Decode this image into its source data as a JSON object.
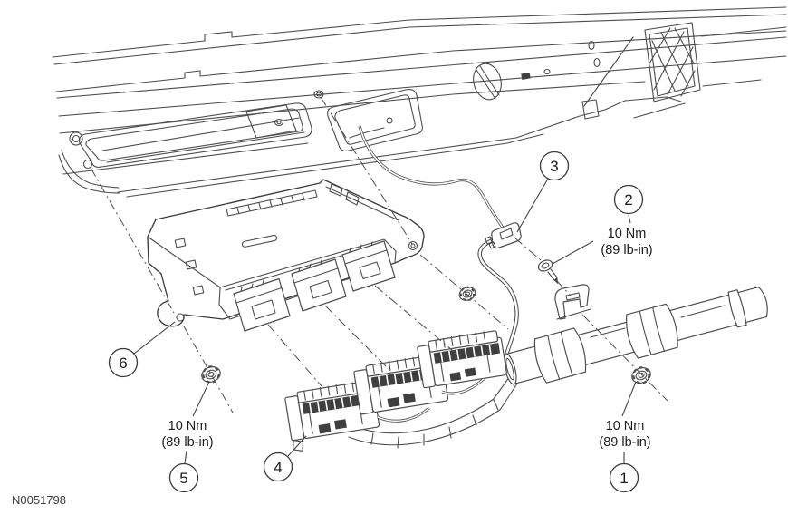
{
  "figure": {
    "part_label": "N0051798",
    "line_color": "#4d4d4d",
    "background_color": "#ffffff"
  },
  "callouts": {
    "c1": "1",
    "c2": "2",
    "c3": "3",
    "c4": "4",
    "c5": "5",
    "c6": "6"
  },
  "torque_labels": {
    "item1": {
      "line1": "10 Nm",
      "line2": "(89 lb-in)"
    },
    "item2": {
      "line1": "10 Nm",
      "line2": "(89 lb-in)"
    },
    "item5": {
      "line1": "10 Nm",
      "line2": "(89 lb-in)"
    }
  }
}
